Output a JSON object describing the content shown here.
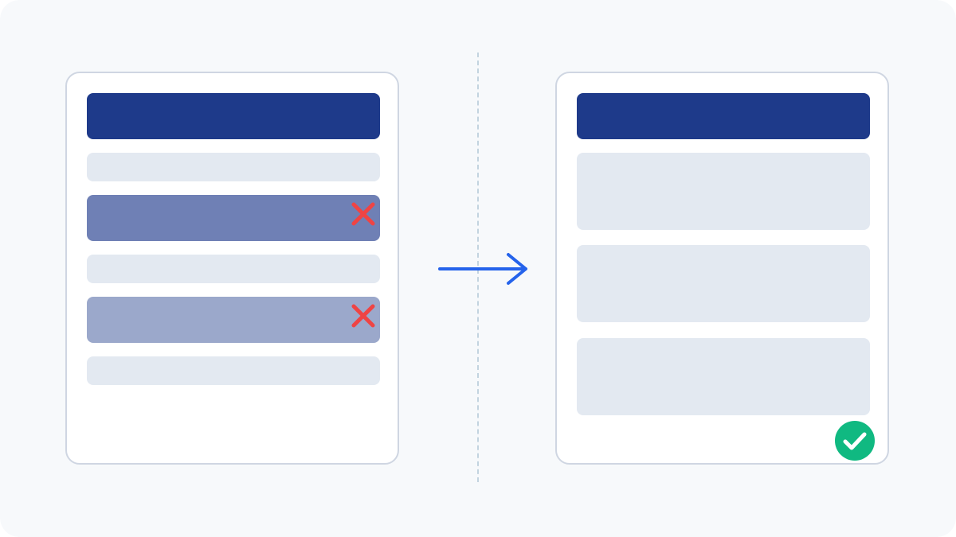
{
  "colors": {
    "background": "#f7f9fb",
    "panel_border": "#cfd6e2",
    "header_bar": "#1e3a8a",
    "light_bar": "#e3e9f1",
    "removed_bar_dark": "#6f80b5",
    "removed_bar_light": "#9ba8cb",
    "cross": "#ef4444",
    "arrow": "#2563eb",
    "check_circle": "#10b981",
    "check_mark": "#ffffff"
  },
  "left_panel": {
    "bars": [
      {
        "kind": "header",
        "color": "#1e3a8a"
      },
      {
        "kind": "light",
        "color": "#e3e9f1"
      },
      {
        "kind": "removed",
        "color": "#6f80b5",
        "icon": "cross-icon"
      },
      {
        "kind": "light",
        "color": "#e3e9f1"
      },
      {
        "kind": "removed",
        "color": "#9ba8cb",
        "icon": "cross-icon"
      },
      {
        "kind": "light",
        "color": "#e3e9f1"
      }
    ]
  },
  "connector": {
    "icon": "arrow-right-icon"
  },
  "right_panel": {
    "bars": [
      {
        "kind": "header",
        "color": "#1e3a8a"
      },
      {
        "kind": "block",
        "color": "#e3e9f1"
      },
      {
        "kind": "block",
        "color": "#e3e9f1"
      },
      {
        "kind": "block",
        "color": "#e3e9f1"
      }
    ],
    "badge": {
      "icon": "check-circle-icon"
    }
  }
}
